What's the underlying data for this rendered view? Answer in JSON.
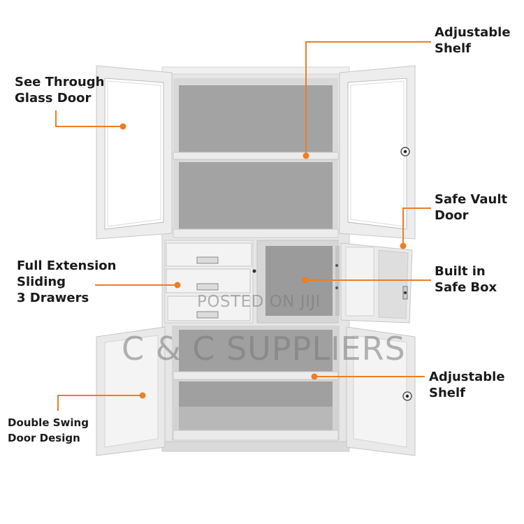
{
  "callouts": {
    "adjustable_shelf_top": [
      "Adjustable",
      "Shelf"
    ],
    "see_through_glass_door": [
      "See Through",
      "Glass Door"
    ],
    "safe_vault_door": [
      "Safe Vault",
      "Door"
    ],
    "full_extension_drawers": [
      "Full Extension",
      "Sliding",
      "3 Drawers"
    ],
    "built_in_safe_box": [
      "Built in",
      "Safe Box"
    ],
    "adjustable_shelf_bottom": [
      "Adjustable",
      "Shelf"
    ],
    "double_swing_door": [
      "Double Swing",
      "Door Design"
    ]
  },
  "watermark": {
    "small": "POSTED ON JIJI",
    "big": "C & C SUPPLIERS"
  },
  "colors": {
    "accent": "#ef7d22",
    "cabinet": "#e4e4e4",
    "interior": "#9d9d9d",
    "text": "#1a1a1a"
  }
}
